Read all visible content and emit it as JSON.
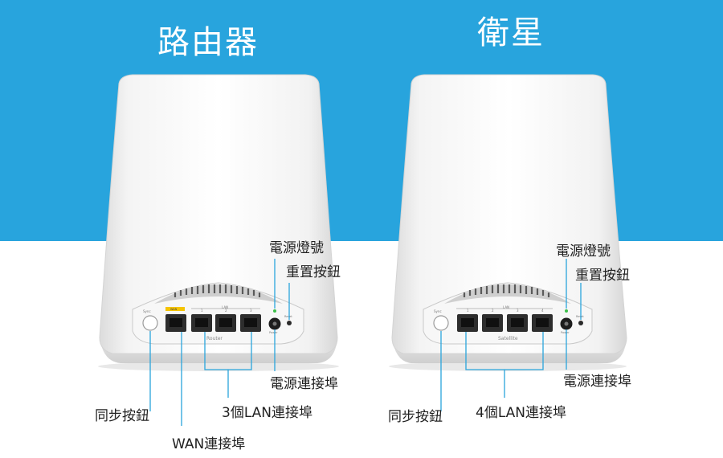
{
  "router": {
    "title": "路由器",
    "labels": {
      "power_led": "電源燈號",
      "reset_button": "重置按鈕",
      "power_port": "電源連接埠",
      "lan_ports": "3個LAN連接埠",
      "sync_button": "同步按鈕",
      "wan_port": "WAN連接埠"
    },
    "device_text": {
      "sync": "Sync",
      "wan": "WAN",
      "lan": "LAN",
      "name": "Router",
      "reset": "Reset",
      "power": "Power",
      "ports": [
        "1",
        "2",
        "3"
      ]
    }
  },
  "satellite": {
    "title": "衛星",
    "labels": {
      "power_led": "電源燈號",
      "reset_button": "重置按鈕",
      "power_port": "電源連接埠",
      "lan_ports": "4個LAN連接埠",
      "sync_button": "同步按鈕"
    },
    "device_text": {
      "sync": "Sync",
      "lan": "LAN",
      "name": "Satellite",
      "reset": "Reset",
      "power": "Power",
      "ports": [
        "1",
        "2",
        "3",
        "4"
      ]
    }
  },
  "colors": {
    "background_top": "#28a4dd",
    "background_bottom": "#ffffff",
    "callout_line": "#2aa5dc",
    "wan_tag": "#f5c400"
  }
}
